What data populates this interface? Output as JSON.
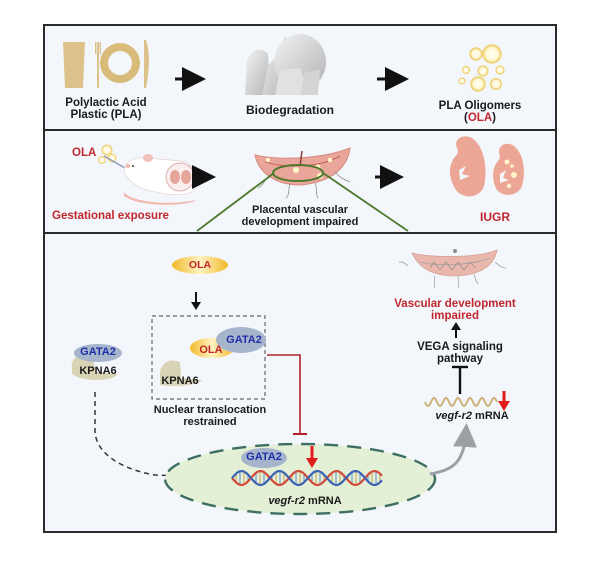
{
  "panel1": {
    "pla_label_line1": "Polylactic Acid",
    "pla_label_line2": "Plastic (PLA)",
    "biodegradation_label": "Biodegradation",
    "oligomers_label_line1": "PLA Oligomers",
    "oligomers_open": "(",
    "oligomers_abbrev": "OLA",
    "oligomers_close": ")"
  },
  "panel2": {
    "ola_label": "OLA",
    "gestational_label": "Gestational exposure",
    "placental_label_line1": "Placental vascular",
    "placental_label_line2": "development impaired",
    "iugr_label": "IUGR"
  },
  "panel3": {
    "ola_top": "OLA",
    "left_gata2": "GATA2",
    "left_kpna6": "KPNA6",
    "box_gata2": "GATA2",
    "box_ola": "OLA",
    "box_kpna6": "KPNA6",
    "nuclear_line1": "Nuclear translocation",
    "nuclear_line2": "restrained",
    "nucleus_gata2": "GATA2",
    "nucleus_gene_italic": "vegf-r2",
    "nucleus_gene_suffix": " mRNA",
    "mrna_gene_italic": "vegf-r2",
    "mrna_gene_suffix": " mRNA",
    "vega_line1": "VEGA signaling",
    "vega_line2": "pathway",
    "vascular_line1": "Vascular development",
    "vascular_line2": "impaired"
  },
  "colors": {
    "frame_border": "#2a2a2a",
    "panel_bg": "#f3f7fc",
    "accent_red": "#c0272d",
    "gata2_blue": "#1f2fa8",
    "nucleus_fill": "#e3f0d6",
    "nucleus_border": "#3f6f62",
    "zoom_lines_green": "#4f7a2e",
    "plastic_tan": "#d9bd7e",
    "tissue_pink": "#e8a69a"
  }
}
